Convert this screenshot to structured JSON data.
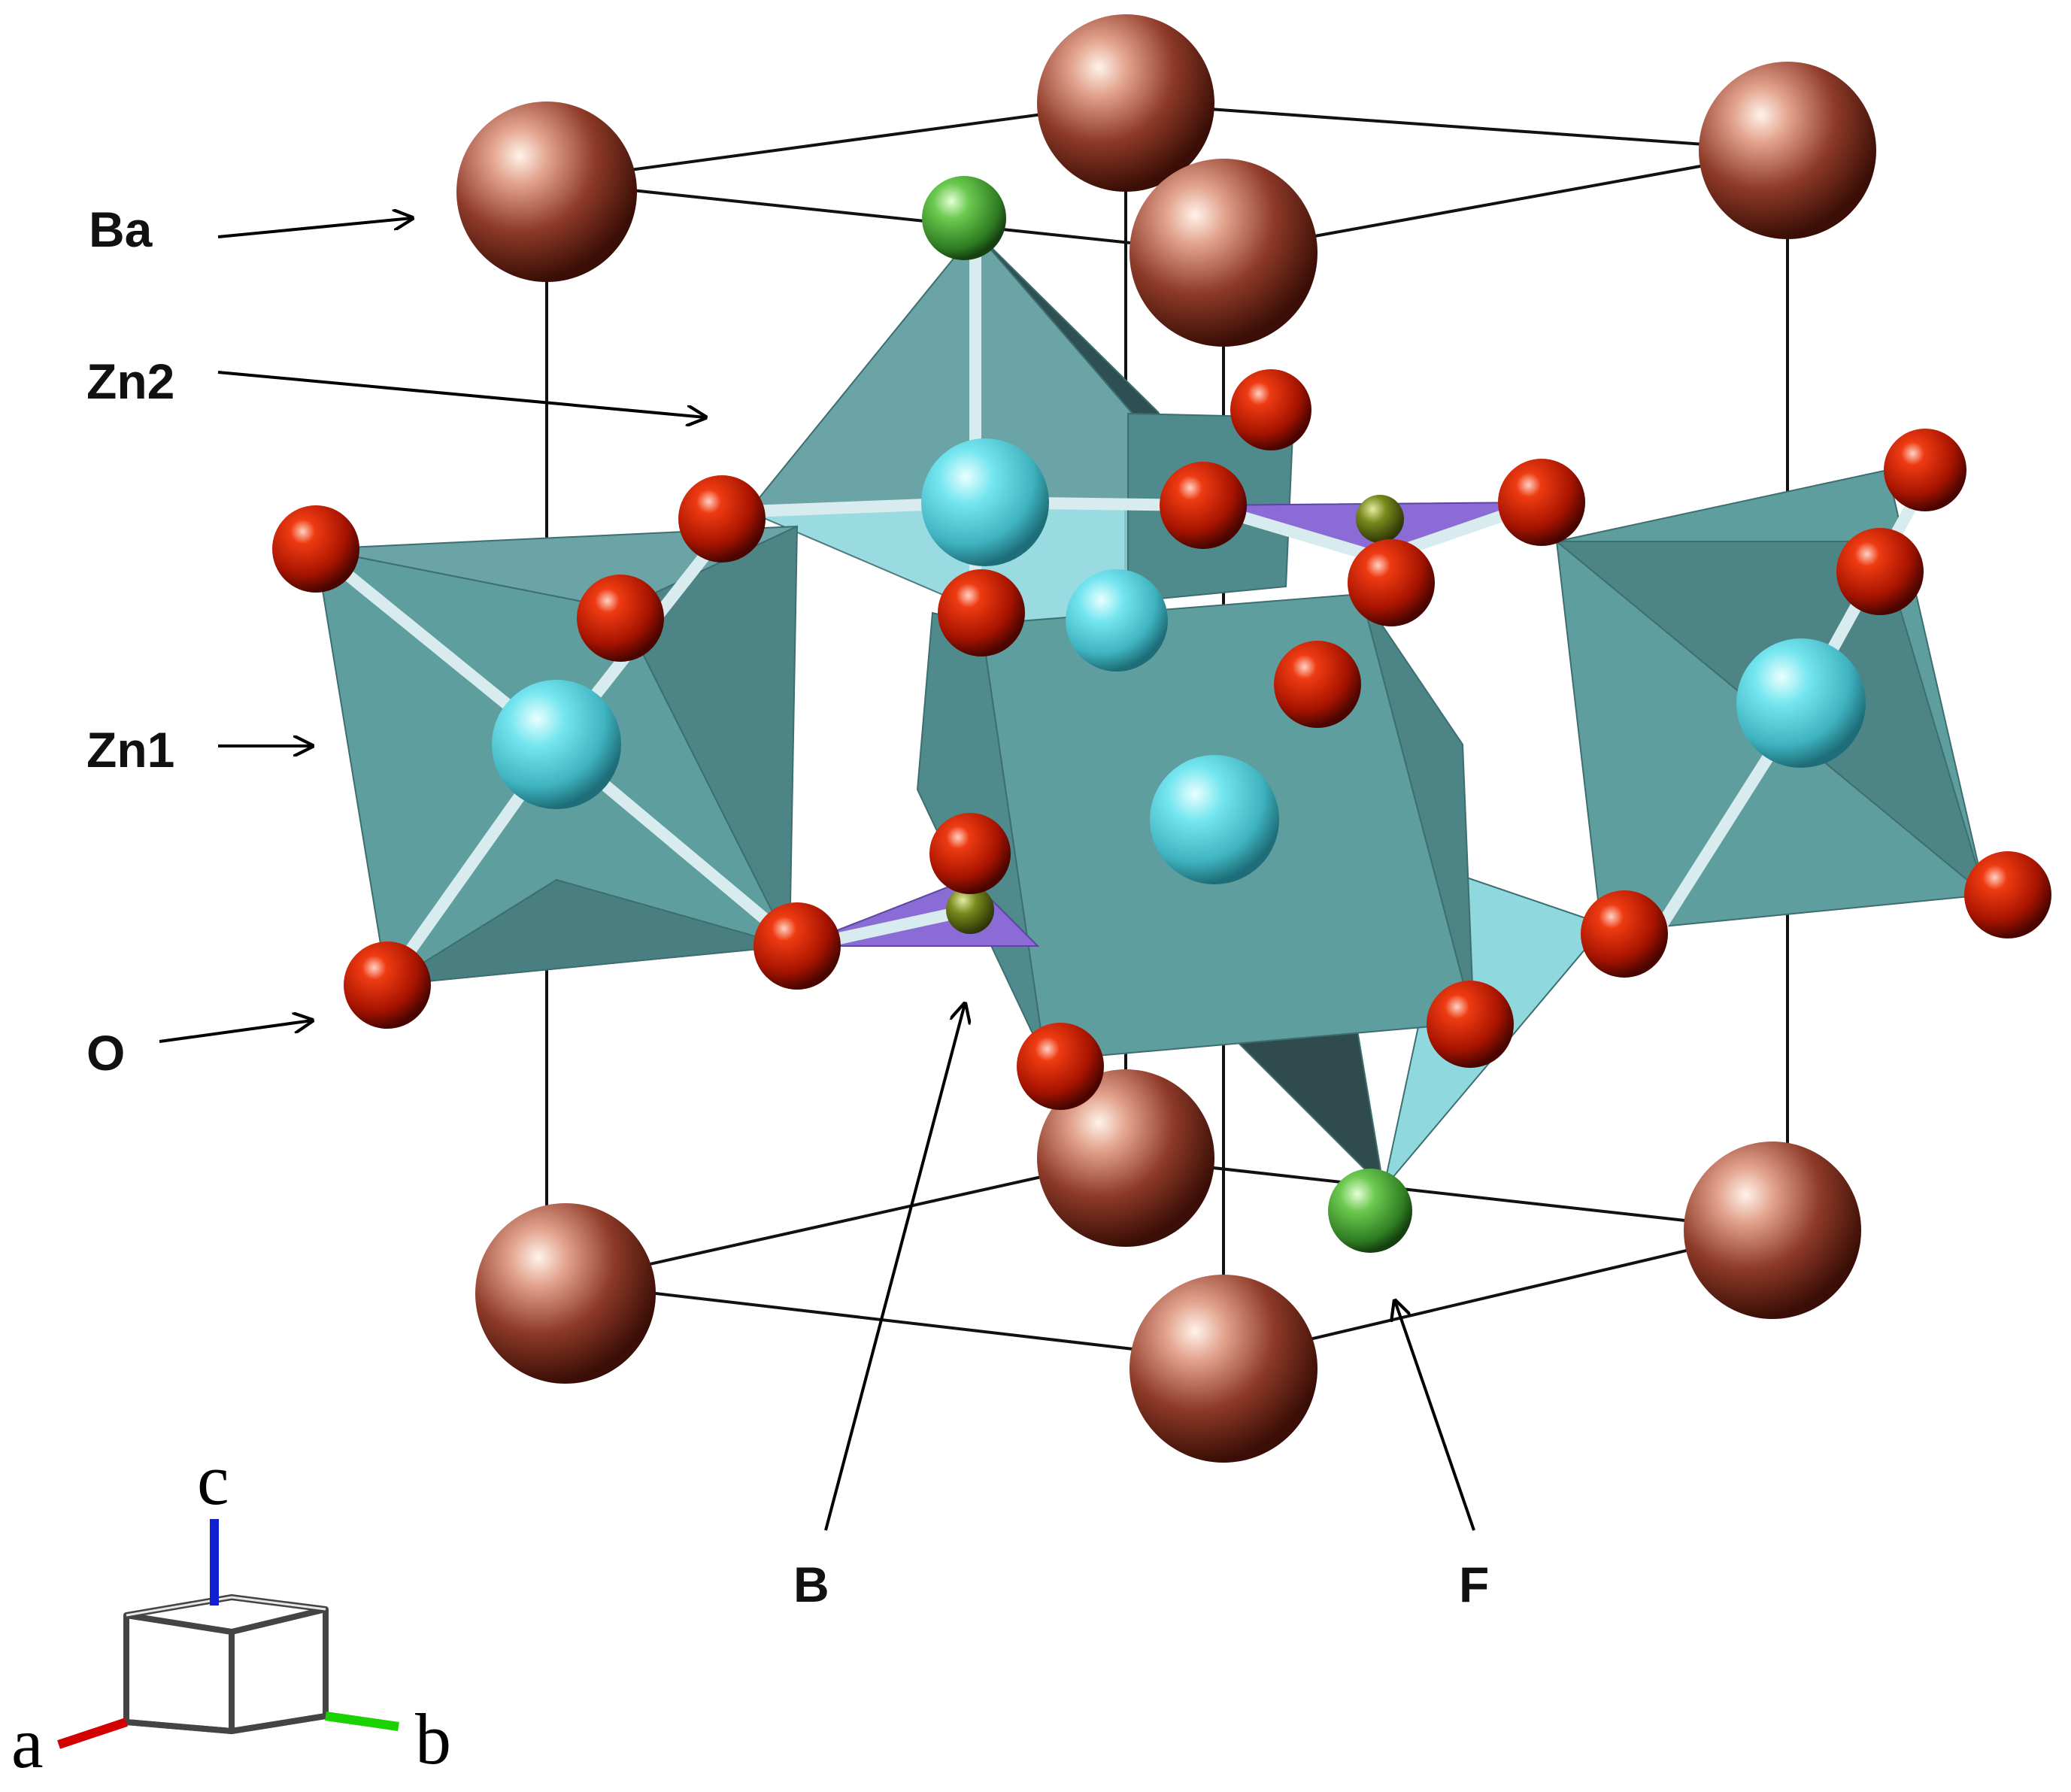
{
  "labels": {
    "ba": "Ba",
    "zn2": "Zn2",
    "zn1": "Zn1",
    "o": "O",
    "b": "B",
    "f": "F"
  },
  "axes": {
    "a": "a",
    "b": "b",
    "c": "c"
  },
  "colors": {
    "ba_atom": "#7a2e1f",
    "o_atom": "#c41a00",
    "zn_atom": "#5fd3e0",
    "f_atom": "#3c9a2e",
    "b_atom": "#5d6b13",
    "polyhedron": "#5f9e9f",
    "borate_triangle": "#8b6bd6",
    "axis_a": "#d40000",
    "axis_b": "#19d200",
    "axis_c": "#1020d0"
  }
}
